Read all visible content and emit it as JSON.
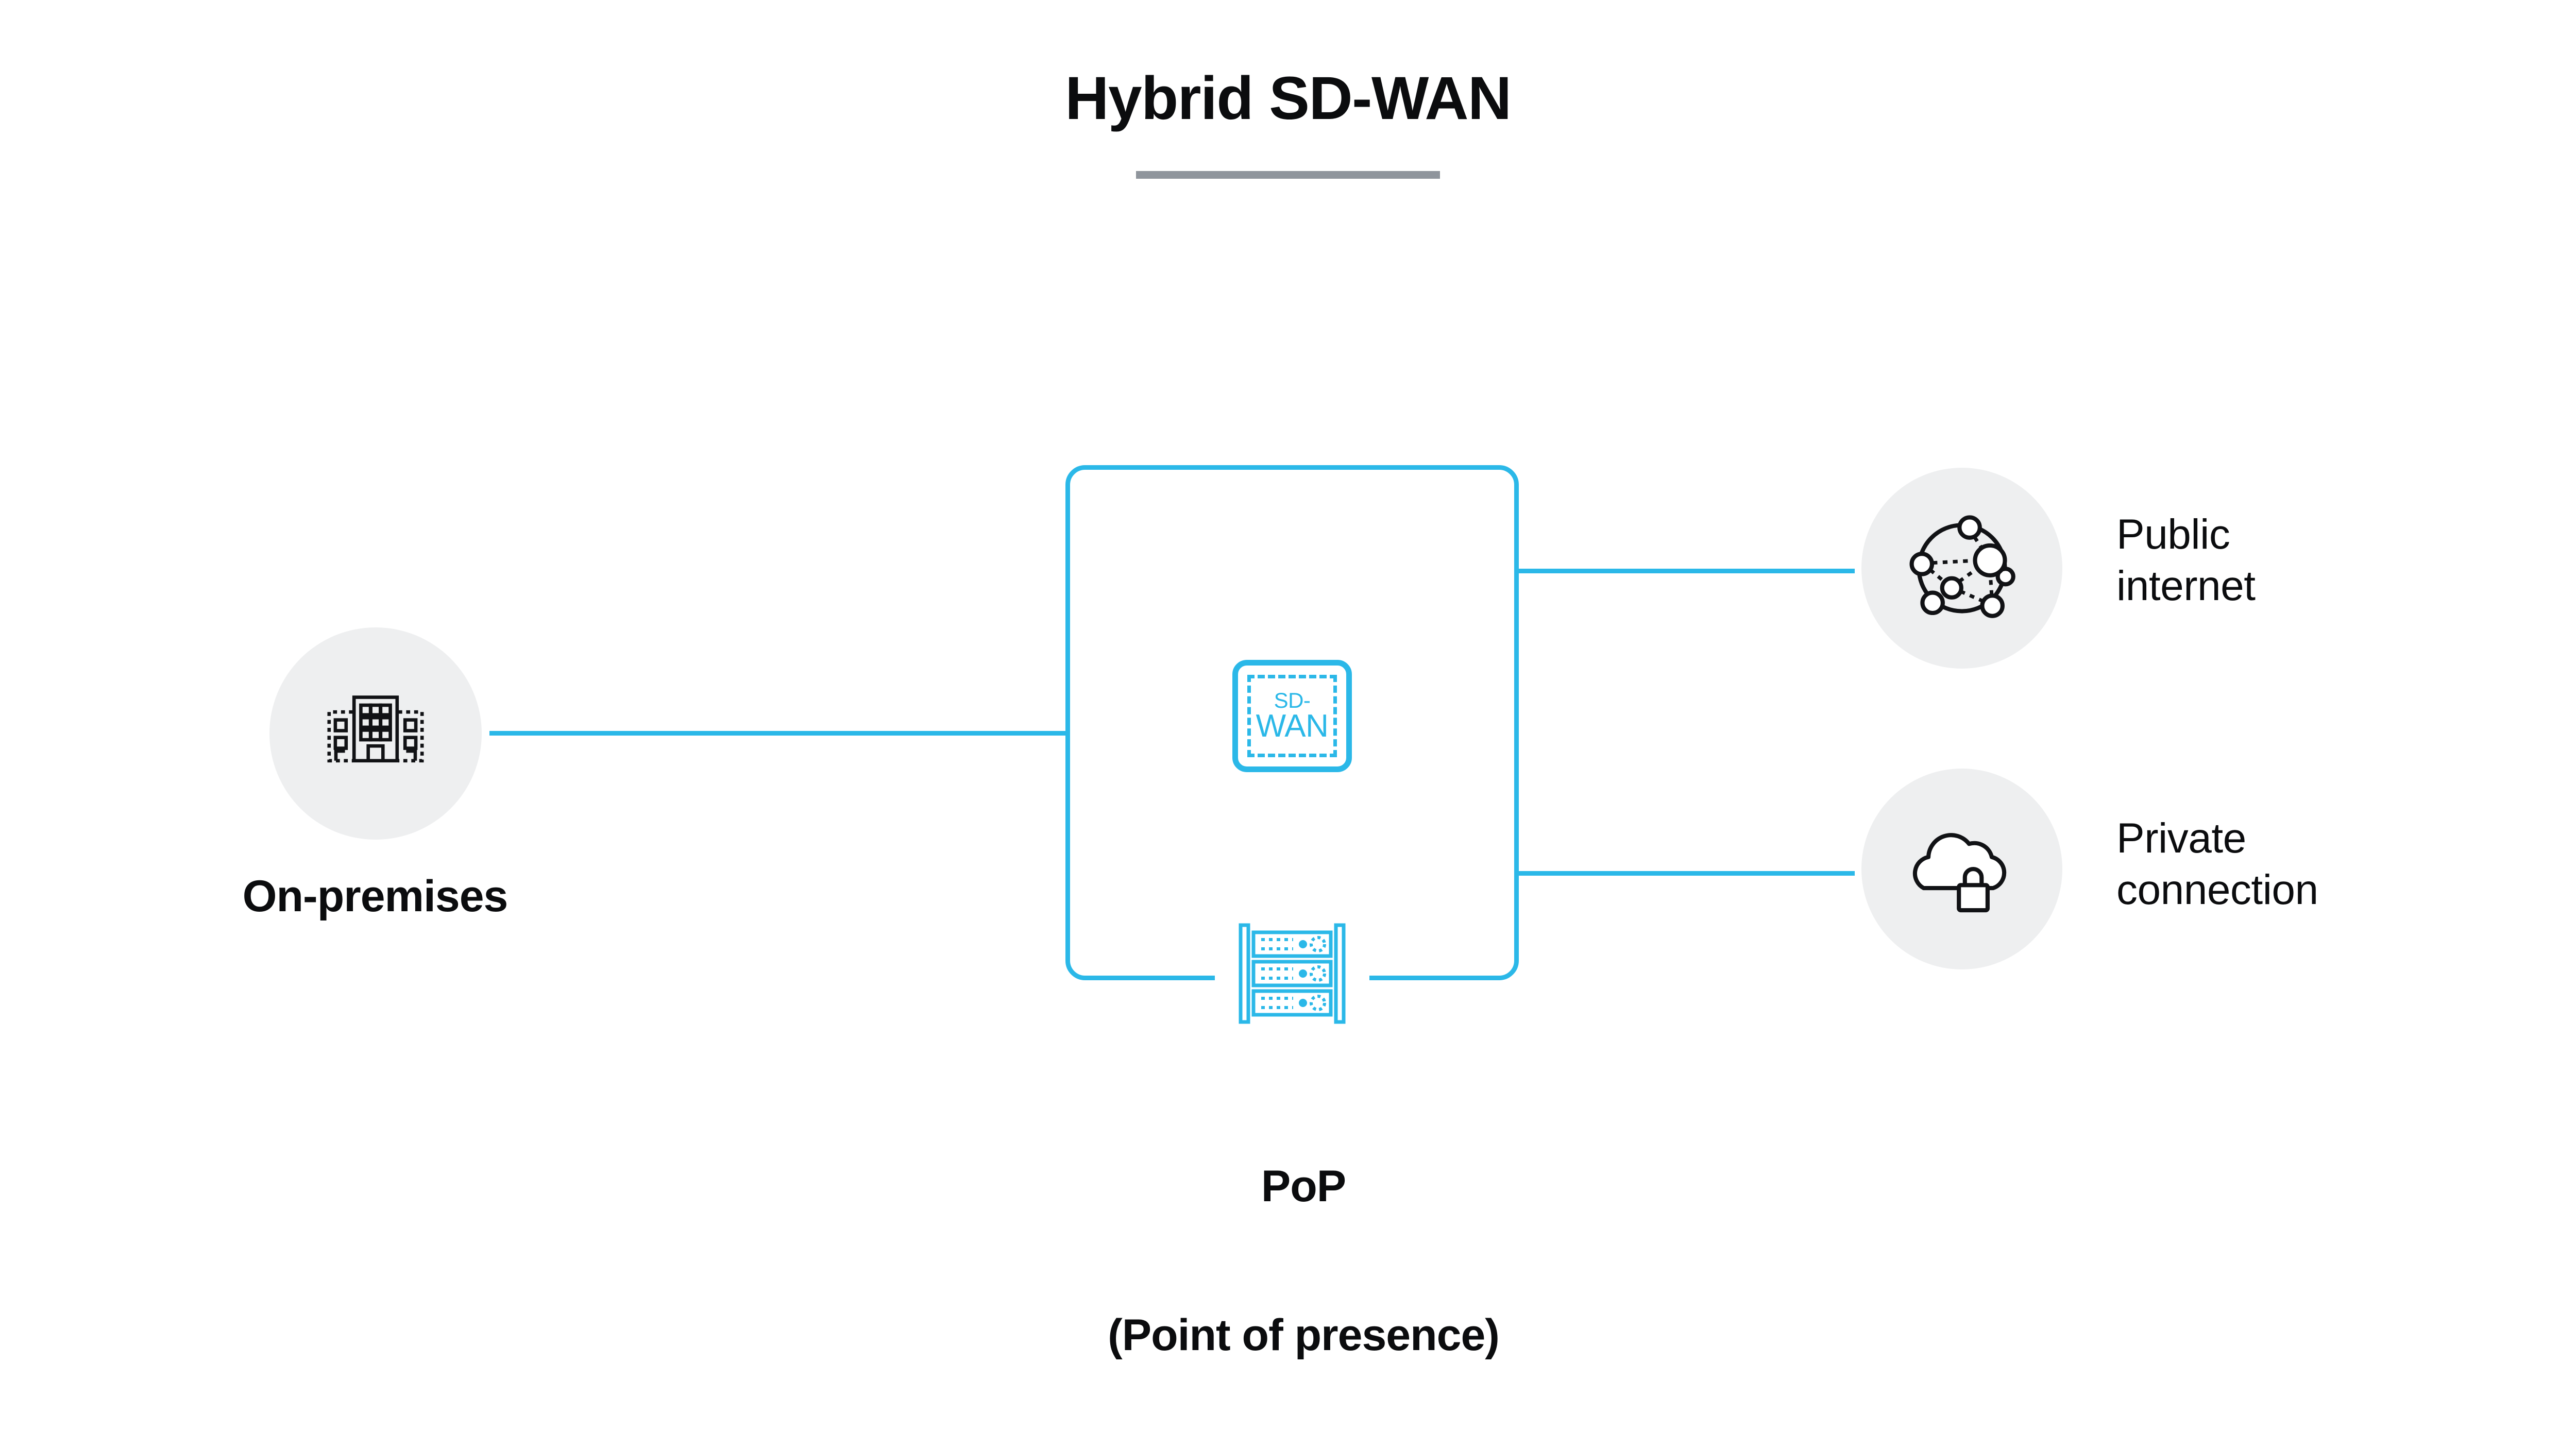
{
  "diagram": {
    "title": "Hybrid SD-WAN",
    "accent_color": "#2bb8e8",
    "badge_bg_color": "#eeeff0",
    "title_rule_color": "#8f959c",
    "text_color": "#0b0c0e",
    "background_color": "#ffffff"
  },
  "nodes": {
    "onpremises": {
      "label": "On-premises",
      "icon": "office-building-icon"
    },
    "pop": {
      "label_line1": "PoP",
      "label_line2": "(Point of presence)",
      "icon": "server-rack-icon",
      "chip_line1": "SD-",
      "chip_line2": "WAN",
      "chip_name": "sd-wan-chip"
    },
    "public_internet": {
      "label_line1": "Public",
      "label_line2": "internet",
      "icon": "network-globe-icon"
    },
    "private_connection": {
      "label_line1": "Private",
      "label_line2": "connection",
      "icon": "cloud-lock-icon"
    }
  },
  "connections": [
    {
      "name": "onpremises-to-pop",
      "from": "onpremises",
      "to": "pop"
    },
    {
      "name": "pop-to-public-internet",
      "from": "pop",
      "to": "public_internet"
    },
    {
      "name": "pop-to-private-connection",
      "from": "pop",
      "to": "private_connection"
    }
  ]
}
